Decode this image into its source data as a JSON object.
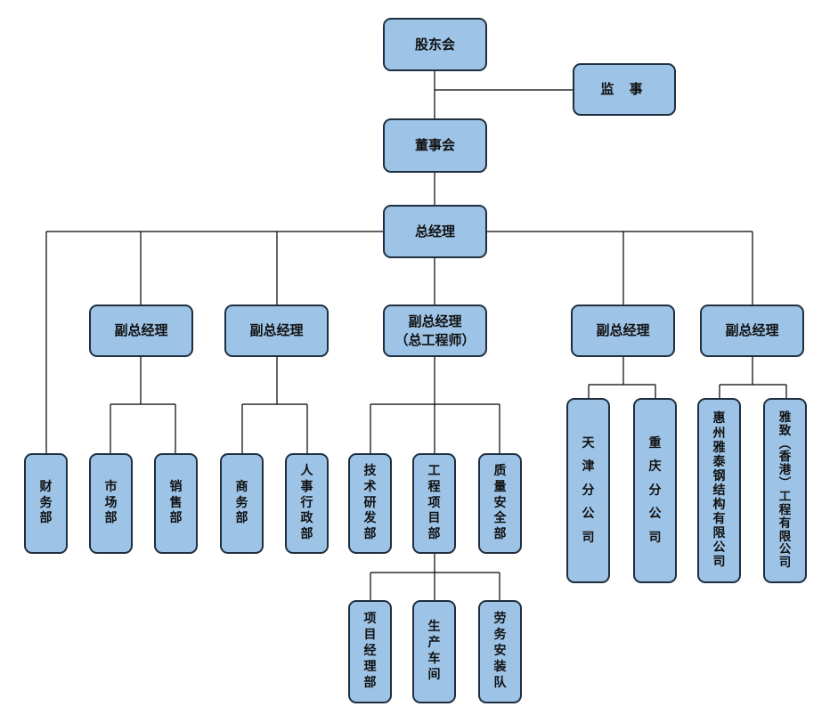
{
  "nodes": {
    "shareholders": "股东会",
    "supervisor": "监 事",
    "board": "董事会",
    "general_manager": "总经理",
    "finance": "财\n务\n部",
    "vgm_1": "副总经理",
    "market": "市\n场\n部",
    "sales": "销\n售\n部",
    "vgm_2": "副总经理",
    "commerce": "商\n务\n部",
    "hr_admin": "人\n事\n行\n政\n部",
    "vgm_3_title": "副总经理",
    "vgm_3_sub": "（总工程师）",
    "rnd": "技\n术\n研\n发\n部",
    "projects": "工\n程\n项\n目\n部",
    "quality_safety": "质\n量\n安\n全\n部",
    "project_manager": "项\n目\n经\n理\n部",
    "workshop": "生\n产\n车\n间",
    "labor_safety": "劳\n务\n安\n装\n队",
    "vgm_4": "副总经理",
    "tianjin": "天\n津\n分\n公\n司",
    "chongqing": "重\n庆\n分\n公\n司",
    "vgm_5": "副总经理",
    "huizhou": "惠\n州\n雅\n泰\n钢\n结\n构\n有\n限\n公\n司",
    "hongkong": "雅\n致\n︵\n香\n港\n︶\n工\n程\n有\n限\n公\n司"
  }
}
